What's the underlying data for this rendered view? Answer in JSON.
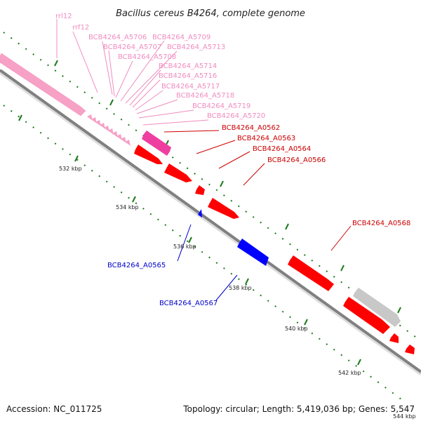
{
  "title": "Bacillus cereus B4264, complete genome",
  "footer": {
    "accession": "Accession: NC_011725",
    "topology": "Topology: circular; Length: 5,419,036 bp; Genes: 5,547"
  },
  "colors": {
    "rrna": "#f7a1c6",
    "trna": "#f7a1c6",
    "misc": "#ee3fa0",
    "forward_cds": "#ff0000",
    "reverse_cds": "#0000ff",
    "pseudo": "#c8c8c8",
    "tick": "#1c7a1c",
    "backbone": "#808080",
    "label_pink": "#f08cc0",
    "label_red": "#cc0000",
    "label_blue": "#0000cc"
  },
  "ticks": [
    "532 kbp",
    "534 kbp",
    "536 kbp",
    "538 kbp",
    "540 kbp",
    "542 kbp",
    "544 kbp"
  ],
  "labels": {
    "rrl12": "rrl12",
    "rrf12": "rrf12",
    "a5706": "BCB4264_A5706",
    "a5707": "BCB4264_A5707",
    "a5708": "BCB4264_A5708",
    "a5709": "BCB4264_A5709",
    "a5713": "BCB4264_A5713",
    "a5714": "BCB4264_A5714",
    "a5716": "BCB4264_A5716",
    "a5717": "BCB4264_A5717",
    "a5718": "BCB4264_A5718",
    "a5719": "BCB4264_A5719",
    "a5720": "BCB4264_A5720",
    "a0562": "BCB4264_A0562",
    "a0563": "BCB4264_A0563",
    "a0564": "BCB4264_A0564",
    "a0566": "BCB4264_A0566",
    "a0568": "BCB4264_A0568",
    "a0565": "BCB4264_A0565",
    "a0567": "BCB4264_A0567"
  }
}
